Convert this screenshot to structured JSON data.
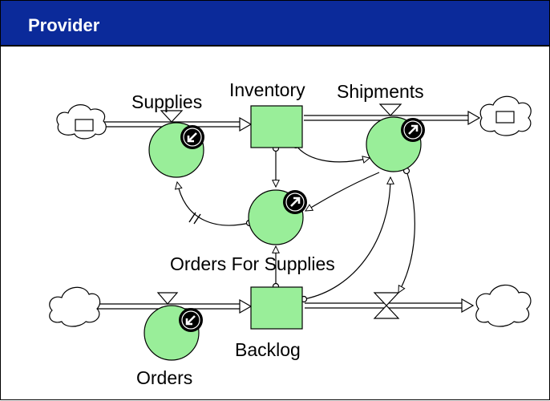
{
  "panel": {
    "title": "Provider",
    "title_bg": "#0b2a9a",
    "title_color": "#ffffff"
  },
  "colors": {
    "node_fill": "#99ee99",
    "line": "#000000",
    "badge": "#000000"
  },
  "diagram": {
    "stocks": {
      "inventory": "Inventory",
      "backlog": "Backlog"
    },
    "flows": {
      "supplies": "Supplies",
      "shipments": "Shipments",
      "orders": "Orders"
    },
    "auxiliaries": {
      "orders_for_supplies": "Orders For Supplies"
    },
    "icons": {
      "source_cloud": "cloud-icon",
      "sink_cloud": "cloud-icon",
      "valve": "valve-icon",
      "shortcut_badge": "shortcut-arrow-icon",
      "delay_mark": "delay-mark-icon"
    }
  }
}
